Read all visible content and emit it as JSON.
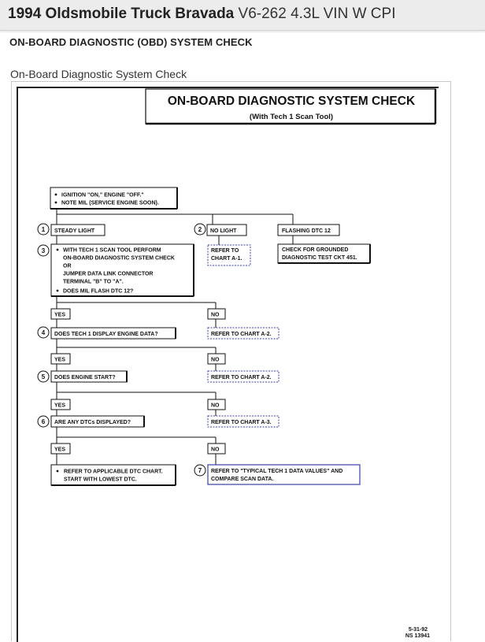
{
  "header": {
    "model": "1994 Oldsmobile Truck Bravada",
    "engine": "V6-262 4.3L VIN W CPI"
  },
  "section_heading": "ON-BOARD DIAGNOSTIC (OBD) SYSTEM CHECK",
  "figure_caption": "On-Board Diagnostic System Check",
  "chart": {
    "title": "ON-BOARD DIAGNOSTIC SYSTEM CHECK",
    "subtitle": "(With Tech 1 Scan Tool)",
    "start_line1": "IGNITION \"ON,\" ENGINE \"OFF.\"",
    "start_line2": "NOTE MIL (SERVICE ENGINE SOON).",
    "step1": "1",
    "steady_light": "STEADY LIGHT",
    "step2": "2",
    "no_light": "NO LIGHT",
    "flashing": "FLASHING DTC 12",
    "refer_a1_line1": "REFER TO",
    "refer_a1_line2": "CHART A-1.",
    "check_grounded_line1": "CHECK FOR GROUNDED",
    "check_grounded_line2": "DIAGNOSTIC TEST CKT 451.",
    "step3": "3",
    "step3_line1": "WITH TECH 1 SCAN TOOL PERFORM",
    "step3_line2": "ON-BOARD DIAGNOSTIC SYSTEM CHECK",
    "step3_line3": "OR",
    "step3_line4": "JUMPER DATA LINK CONNECTOR",
    "step3_line5": "TERMINAL \"B\" TO \"A\".",
    "step3_line6": "DOES MIL FLASH DTC 12?",
    "yes": "YES",
    "no": "NO",
    "step4": "4",
    "step4_text": "DOES TECH 1 DISPLAY ENGINE DATA?",
    "refer_a2": "REFER TO CHART A-2.",
    "step5": "5",
    "step5_text": "DOES ENGINE START?",
    "step6": "6",
    "step6_text": "ARE ANY DTCs DISPLAYED?",
    "refer_a3": "REFER TO CHART A-3.",
    "final_yes_line1": "REFER TO APPLICABLE DTC CHART.",
    "final_yes_line2": "START WITH LOWEST DTC.",
    "step7": "7",
    "final_no_line1": "REFER TO \"TYPICAL TECH 1 DATA VALUES\" AND",
    "final_no_line2": "COMPARE SCAN DATA.",
    "date_code": "5-31-92",
    "ns_code": "NS 13941"
  }
}
